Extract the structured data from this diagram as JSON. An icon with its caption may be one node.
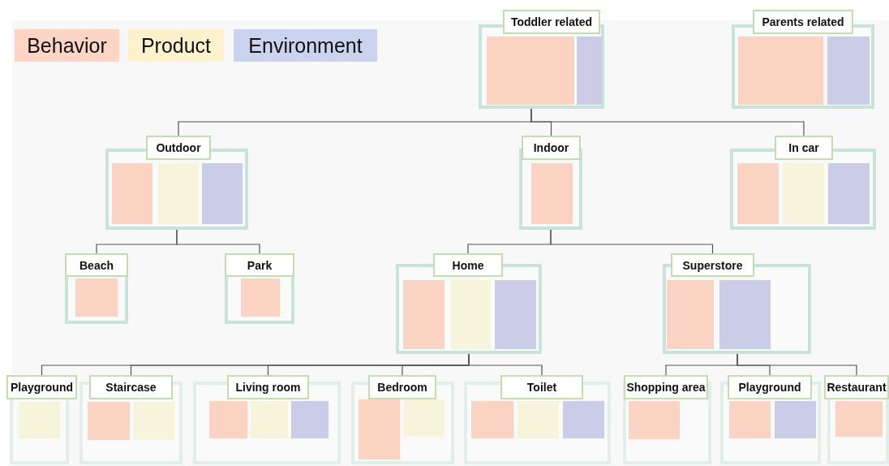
{
  "diagram": {
    "nodes": [
      {
        "text": [
          "Toddler related"
        ]
      },
      {
        "text": [],
        "shape": "box",
        "in": 0
      },
      {
        "text": [],
        "shape": "box",
        "in": 0
      },
      {
        "text": [
          "Parents related"
        ]
      },
      {
        "text": [],
        "shape": "box",
        "in": 3
      },
      {
        "text": [],
        "shape": "box",
        "in": 3
      },
      {
        "text": [
          "Outdoor"
        ]
      },
      {
        "text": [],
        "shape": "box",
        "in": 6
      },
      {
        "text": [],
        "shape": "box",
        "in": 6
      },
      {
        "text": [],
        "shape": "box",
        "in": 6
      },
      {
        "text": [
          "Indoor"
        ]
      },
      {
        "text": [],
        "shape": "box",
        "in": 10
      },
      {
        "text": [
          "In car"
        ]
      },
      {
        "text": [],
        "shape": "box",
        "in": 12
      },
      {
        "text": [],
        "shape": "box",
        "in": 12
      },
      {
        "text": [],
        "shape": "box",
        "in": 12
      },
      {
        "text": [
          "Beach"
        ]
      },
      {
        "text": [],
        "shape": "box",
        "in": 16
      },
      {
        "text": [
          "Park"
        ]
      },
      {
        "text": [],
        "shape": "box",
        "in": 18
      },
      {
        "text": [
          "Home"
        ]
      },
      {
        "text": [],
        "shape": "box",
        "in": 20
      },
      {
        "text": [],
        "shape": "box",
        "in": 20
      },
      {
        "text": [],
        "shape": "box",
        "in": 20
      },
      {
        "text": [
          "Superstore"
        ]
      },
      {
        "text": [],
        "shape": "box",
        "in": 24
      },
      {
        "text": [],
        "shape": "box",
        "in": 24
      },
      {
        "text": [
          "Playground"
        ]
      },
      {
        "text": [],
        "shape": "box",
        "in": 27
      },
      {
        "text": [
          "Staircase"
        ]
      },
      {
        "text": [],
        "shape": "box",
        "in": 29
      },
      {
        "text": [],
        "shape": "box",
        "in": 29
      },
      {
        "text": [
          "Living room"
        ]
      },
      {
        "text": [],
        "shape": "box",
        "in": 32
      },
      {
        "text": [],
        "shape": "box",
        "in": 32
      },
      {
        "text": [],
        "shape": "box",
        "in": 32
      },
      {
        "text": [
          "Bedroom"
        ]
      },
      {
        "text": [],
        "shape": "box",
        "in": 36
      },
      {
        "text": [],
        "shape": "box",
        "in": 36
      },
      {
        "text": [
          "Toilet"
        ]
      },
      {
        "text": [],
        "shape": "box",
        "in": 39
      },
      {
        "text": [],
        "shape": "box",
        "in": 39
      },
      {
        "text": [],
        "shape": "box",
        "in": 39
      },
      {
        "text": [
          "Shopping  area"
        ]
      },
      {
        "text": [],
        "shape": "box",
        "in": 43
      },
      {
        "text": [
          "Playground"
        ]
      },
      {
        "text": [],
        "shape": "box",
        "in": 45
      },
      {
        "text": [],
        "shape": "box",
        "in": 45
      },
      {
        "text": [
          "Restaurant"
        ]
      },
      {
        "text": [],
        "shape": "box",
        "in": 48
      }
    ],
    "edges": [
      {
        "from": 0,
        "to": 6,
        "arrow": "none"
      },
      {
        "from": 0,
        "to": 10,
        "arrow": "none"
      },
      {
        "from": 0,
        "to": 12,
        "arrow": "none"
      },
      {
        "from": 6,
        "to": 16,
        "arrow": "none"
      },
      {
        "from": 6,
        "to": 18,
        "arrow": "none"
      },
      {
        "from": 10,
        "to": 20,
        "arrow": "none"
      },
      {
        "from": 10,
        "to": 24,
        "arrow": "none"
      },
      {
        "from": 20,
        "to": 27,
        "arrow": "none"
      },
      {
        "from": 20,
        "to": 29,
        "arrow": "none"
      },
      {
        "from": 20,
        "to": 32,
        "arrow": "none"
      },
      {
        "from": 20,
        "to": 36,
        "arrow": "none"
      },
      {
        "from": 20,
        "to": 39,
        "arrow": "none"
      },
      {
        "from": 24,
        "to": 43,
        "arrow": "none"
      },
      {
        "from": 24,
        "to": 45,
        "arrow": "none"
      },
      {
        "from": 24,
        "to": 48,
        "arrow": "none"
      }
    ],
    "legend": [
      {
        "text": "Behavior",
        "color": "#fcd5c5"
      },
      {
        "text": "Product",
        "color": "#fdf2cc"
      },
      {
        "text": "Environment",
        "color": "#ccd3ee"
      }
    ]
  }
}
